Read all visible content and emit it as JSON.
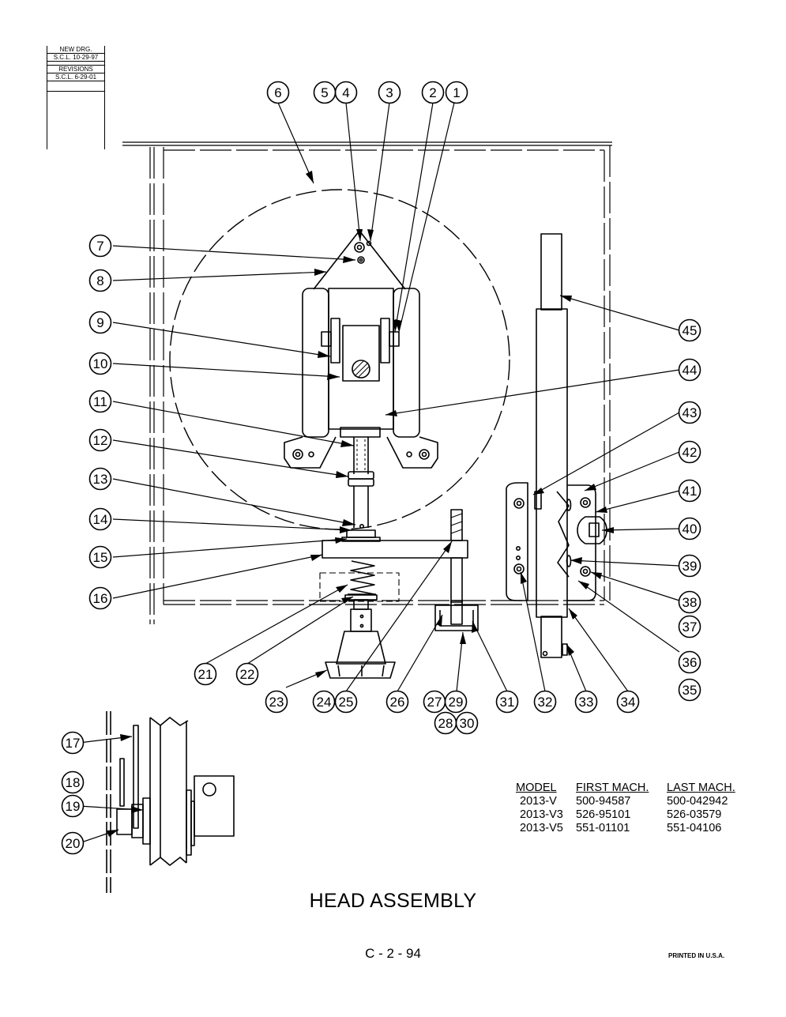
{
  "revision_block": {
    "new_drg_label": "NEW DRG.",
    "new_drg_date": "S.C.L. 10-29-97",
    "revisions_label": "REVISIONS",
    "revision_1": "S.C.L. 6-29-01"
  },
  "callouts": [
    "1",
    "2",
    "3",
    "4",
    "5",
    "6",
    "7",
    "8",
    "9",
    "10",
    "11",
    "12",
    "13",
    "14",
    "15",
    "16",
    "17",
    "18",
    "19",
    "20",
    "21",
    "22",
    "23",
    "24",
    "25",
    "26",
    "27",
    "28",
    "29",
    "30",
    "31",
    "32",
    "33",
    "34",
    "35",
    "36",
    "37",
    "38",
    "39",
    "40",
    "41",
    "42",
    "43",
    "44",
    "45"
  ],
  "model_table": {
    "headers": [
      "MODEL",
      "FIRST MACH.",
      "LAST MACH."
    ],
    "rows": [
      [
        "2013-V",
        "500-94587",
        "500-042942"
      ],
      [
        "2013-V3",
        "526-95101",
        "526-03579"
      ],
      [
        "2013-V5",
        "551-01101",
        "551-04106"
      ]
    ]
  },
  "title": "HEAD ASSEMBLY",
  "page_number": "C - 2 - 94",
  "printed_note": "PRINTED IN U.S.A."
}
